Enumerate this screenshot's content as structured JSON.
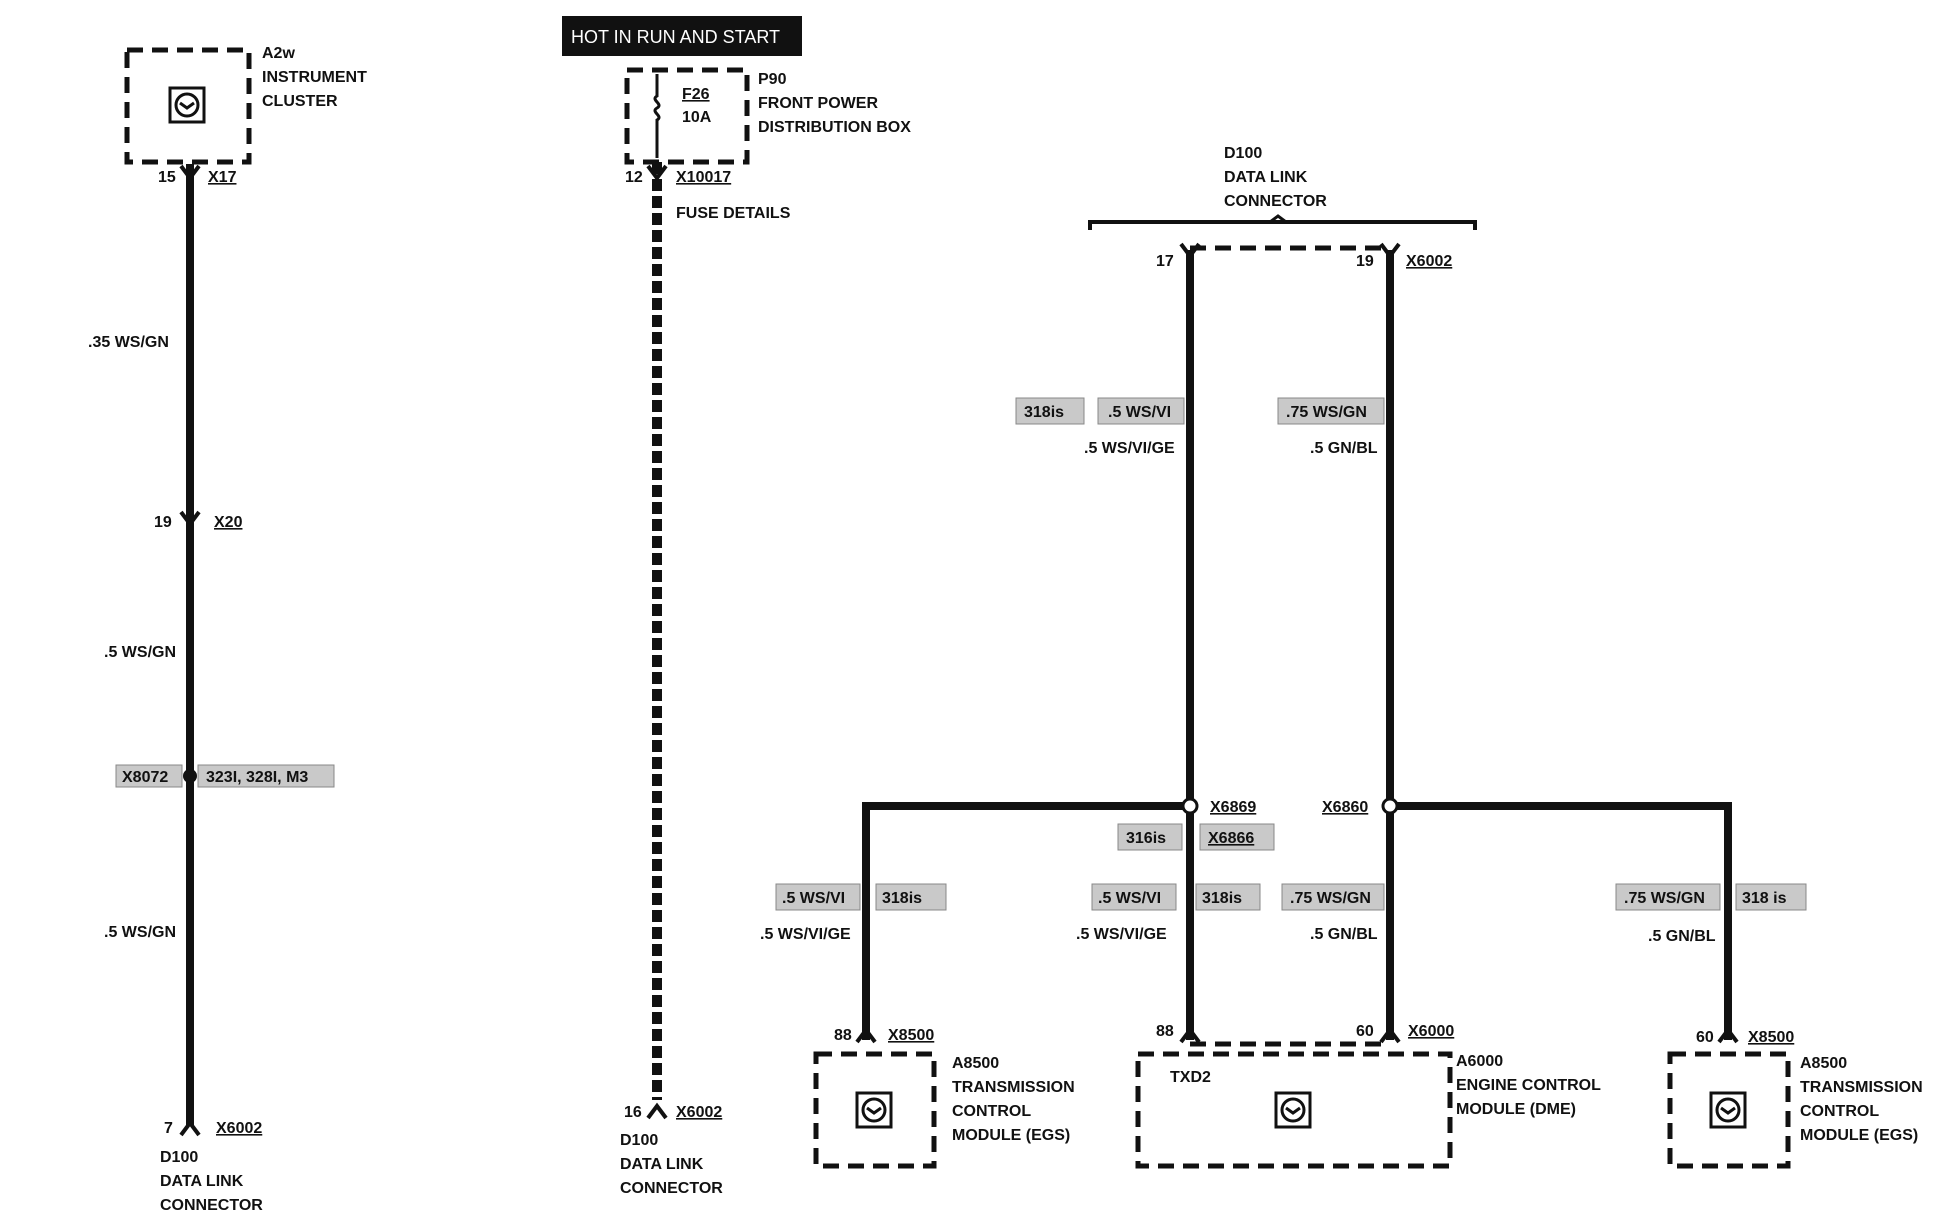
{
  "header": {
    "hot_label": "HOT IN RUN AND START"
  },
  "components": {
    "a2w": {
      "id": "A2w",
      "name_line1": "INSTRUMENT",
      "name_line2": "CLUSTER"
    },
    "p90": {
      "id": "P90",
      "name_line1": "FRONT POWER",
      "name_line2": "DISTRIBUTION BOX",
      "fuse_id": "F26",
      "fuse_rating": "10A",
      "fuse_details": "FUSE DETAILS"
    },
    "d100_top": {
      "id": "D100",
      "name_line1": "DATA LINK",
      "name_line2": "CONNECTOR"
    },
    "d100_left": {
      "id": "D100",
      "name_line1": "DATA LINK",
      "name_line2": "CONNECTOR"
    },
    "d100_mid": {
      "id": "D100",
      "name_line1": "DATA LINK",
      "name_line2": "CONNECTOR"
    },
    "a8500_left": {
      "id": "A8500",
      "name_line1": "TRANSMISSION",
      "name_line2": "CONTROL",
      "name_line3": "MODULE (EGS)"
    },
    "a6000": {
      "id": "A6000",
      "name_line1": "ENGINE CONTROL",
      "name_line2": "MODULE (DME)",
      "pin_label": "TXD2"
    },
    "a8500_right": {
      "id": "A8500",
      "name_line1": "TRANSMISSION",
      "name_line2": "CONTROL",
      "name_line3": "MODULE (EGS)"
    }
  },
  "connectors": {
    "x17": {
      "pin": "15",
      "name": "X17"
    },
    "x20": {
      "pin": "19",
      "name": "X20"
    },
    "x8072": {
      "name": "X8072",
      "models": "323I, 328I, M3"
    },
    "x6002_left": {
      "pin": "7",
      "name": "X6002"
    },
    "x10017": {
      "pin": "12",
      "name": "X10017"
    },
    "x6002_mid": {
      "pin": "16",
      "name": "X6002"
    },
    "x6002_top": {
      "pin_a": "17",
      "pin_b": "19",
      "name": "X6002"
    },
    "x6869": {
      "name": "X6869"
    },
    "x6866": {
      "name": "X6866"
    },
    "x6860": {
      "name": "X6860"
    },
    "x8500_left": {
      "pin": "88",
      "name": "X8500"
    },
    "x6000": {
      "pin_a": "88",
      "pin_b": "60",
      "name": "X6000"
    },
    "x8500_right": {
      "pin": "60",
      "name": "X8500"
    }
  },
  "wires": {
    "left_1": ".35 WS/GN",
    "left_2": ".5 WS/GN",
    "left_3": ".5 WS/GN",
    "d17_variant": "318is",
    "d17_alt": ".5 WS/VI",
    "d17_main": ".5 WS/VI/GE",
    "d19_alt": ".75 WS/GN",
    "d19_main": ".5 GN/BL",
    "splice_variant": "316is",
    "tcm_l_alt": ".5  WS/VI",
    "tcm_l_variant": "318is",
    "tcm_l_main": ".5  WS/VI/GE",
    "ecm_a_alt": ".5  WS/VI",
    "ecm_a_variant": "318is",
    "ecm_a_main": ".5  WS/VI/GE",
    "ecm_b_alt": ".75 WS/GN",
    "ecm_b_main": ".5 GN/BL",
    "tcm_r_alt": ".75 WS/GN",
    "tcm_r_variant": "318 is",
    "tcm_r_main": ".5 GN/BL"
  }
}
